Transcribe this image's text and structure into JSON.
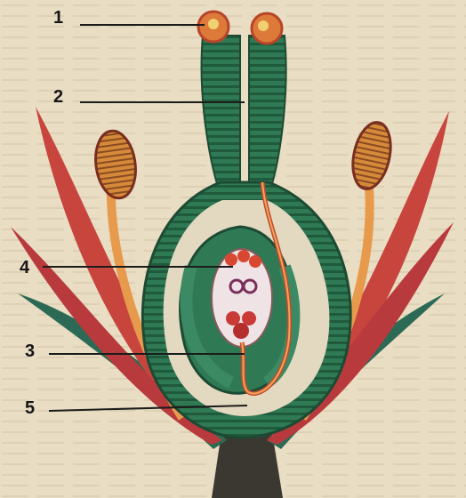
{
  "diagram": {
    "callouts": [
      {
        "number": "1"
      },
      {
        "number": "2"
      },
      {
        "number": "4"
      },
      {
        "number": "3"
      },
      {
        "number": "5"
      }
    ]
  }
}
